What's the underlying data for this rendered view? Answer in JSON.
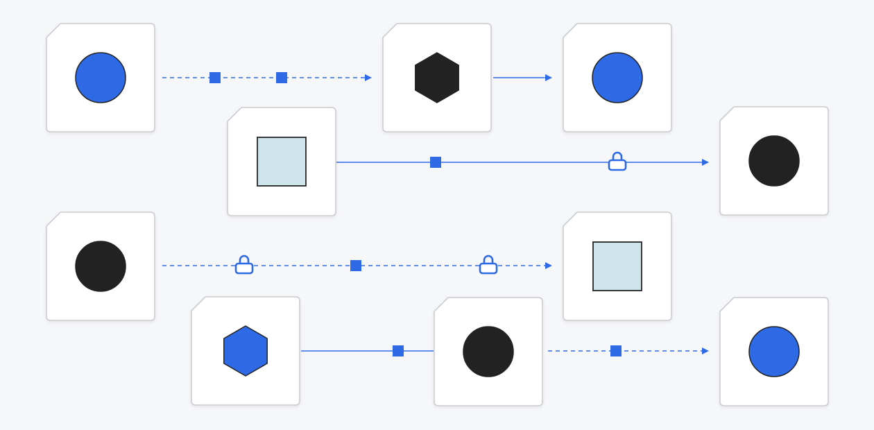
{
  "colors": {
    "background": "#f6f7f9",
    "card_fill": "#ffffff",
    "card_border": "#c9ccd1",
    "accent_blue": "#2f6ae6",
    "dark": "#222222",
    "light_teal": "#cce4ea",
    "connector": "#2f6ae6"
  },
  "nodes": [
    {
      "id": "n1",
      "shape": "circle",
      "color": "blue"
    },
    {
      "id": "n2",
      "shape": "hexagon",
      "color": "dark"
    },
    {
      "id": "n3",
      "shape": "circle",
      "color": "blue"
    },
    {
      "id": "n4",
      "shape": "square",
      "color": "light_teal"
    },
    {
      "id": "n5",
      "shape": "circle",
      "color": "dark"
    },
    {
      "id": "n6",
      "shape": "circle",
      "color": "dark"
    },
    {
      "id": "n7",
      "shape": "square",
      "color": "light_teal"
    },
    {
      "id": "n8",
      "shape": "hexagon",
      "color": "blue"
    },
    {
      "id": "n9",
      "shape": "circle",
      "color": "dark"
    },
    {
      "id": "n10",
      "shape": "circle",
      "color": "blue"
    }
  ],
  "edges": [
    {
      "from": "n1",
      "to": "n2",
      "style": "dashed",
      "arrow": true,
      "markers": [
        "square-marker",
        "square-marker"
      ]
    },
    {
      "from": "n2",
      "to": "n3",
      "style": "solid",
      "arrow": true,
      "markers": []
    },
    {
      "from": "n4",
      "to": "n5",
      "style": "solid",
      "arrow": true,
      "markers": [
        "square-marker",
        "lock-icon"
      ]
    },
    {
      "from": "n6",
      "to": "n7",
      "style": "dashed",
      "arrow": true,
      "markers": [
        "lock-icon",
        "square-marker",
        "lock-icon"
      ]
    },
    {
      "from": "n8",
      "to": "n9",
      "style": "solid",
      "arrow": false,
      "markers": [
        "square-marker"
      ]
    },
    {
      "from": "n9",
      "to": "n10",
      "style": "dashed",
      "arrow": true,
      "markers": [
        "square-marker"
      ]
    }
  ]
}
